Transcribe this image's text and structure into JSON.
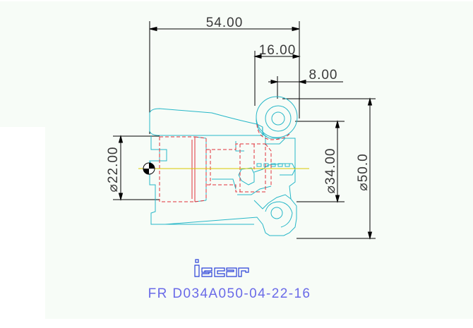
{
  "drawing": {
    "dimensions": {
      "overall_length": "54.00",
      "insert_offset": "16.00",
      "insert_width": "8.00",
      "bore_diameter": "⌀22.00",
      "body_diameter": "⌀34.00",
      "cutting_diameter": "⌀50.0"
    },
    "brand_logo_text": "iscar",
    "part_number": "FR D034A050-04-22-16",
    "colors": {
      "background_paper": "#f7fcf7",
      "dimension_lines": "#000000",
      "dimension_text": "#3a3a3a",
      "tool_body_outline": "#27b7c8",
      "hidden_lines": "#e0303a",
      "centerline": "#d8c800",
      "logo": "#2a40d8",
      "part_number": "#6a6ae8"
    }
  }
}
